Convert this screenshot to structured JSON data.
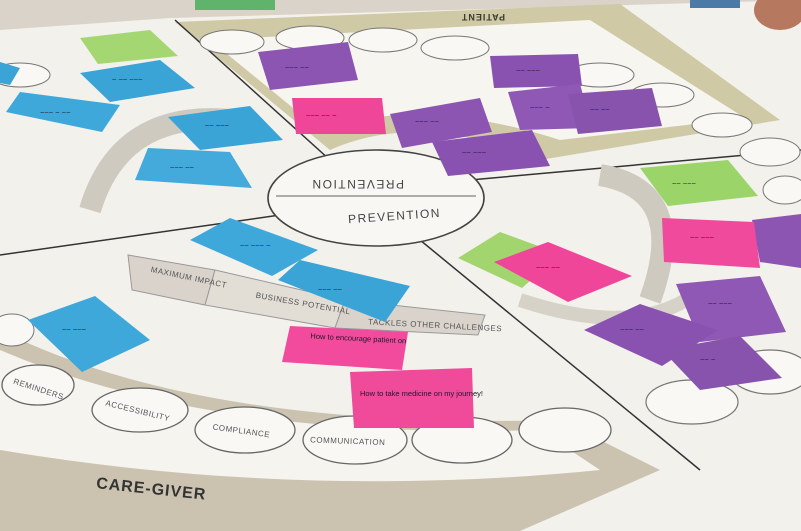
{
  "board": {
    "quadrant_title": "CARE-GIVER",
    "corner_label": "PATIENT",
    "center_top": "PREVENTION",
    "center_bottom": "PREVENTION",
    "arc_segments": [
      "MAXIMUM IMPACT",
      "BUSINESS POTENTIAL",
      "TACKLES OTHER CHALLENGES"
    ],
    "bubbles": [
      "REMINDERS",
      "ACCESSIBILITY",
      "COMPLIANCE",
      "COMMUNICATION"
    ]
  },
  "notes": {
    "pink_1": "How to encourage patient on",
    "pink_2": "How to take medicine on my journey!"
  },
  "colors": {
    "board_bg": "#f4f2ee",
    "band_olive": "#c9c3a3",
    "sticky_blue": "#3fa6d8",
    "sticky_purple": "#8a57b0",
    "sticky_pink": "#f0469a",
    "sticky_green": "#9bd56a"
  }
}
